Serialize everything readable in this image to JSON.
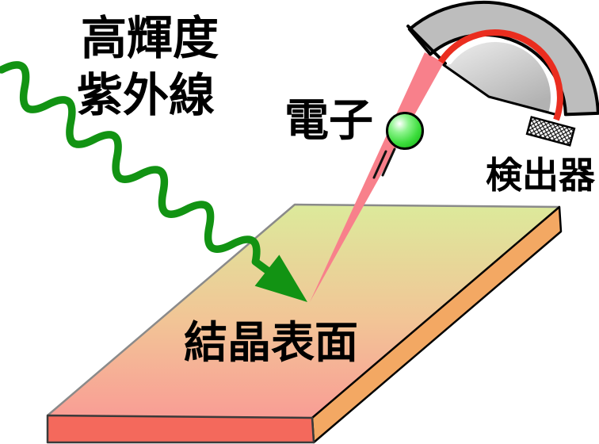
{
  "diagram": {
    "title_semantic": "photoemission-spectroscopy-schematic",
    "labels": {
      "uv_line1": "高輝度",
      "uv_line2": "紫外線",
      "electron": "電子",
      "detector": "検出器",
      "surface": "結晶表面"
    },
    "colors": {
      "wave_green": "#129313",
      "beam_pink": "#f8808b",
      "arc_red": "#ea2d1f",
      "band_gray": "#bdbdbd",
      "blob_gray_light": "#ededed",
      "blob_gray_dark": "#b2b2b2",
      "slab_front": "#f4695c",
      "slab_side": "#f3a863",
      "slab_top_back": "#dcea9b",
      "slab_top_mid": "#f2c496",
      "slab_top_front": "#f99d95",
      "electron_hilite": "#ffffff",
      "electron_core": "#8cf48c",
      "electron_mid": "#3ddd3d",
      "electron_edge": "#17b517",
      "text_black": "#000000"
    }
  }
}
